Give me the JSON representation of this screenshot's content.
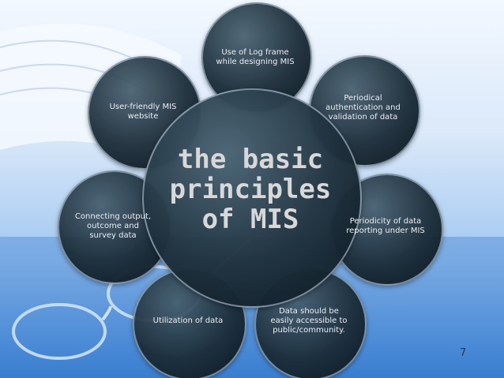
{
  "center": {
    "title": "the basic\nprinciples\nof MIS"
  },
  "nodes": [
    {
      "label": "Use of Log frame\nwhile designing MIS"
    },
    {
      "label": "Periodical\nauthentication and\nvalidation of data"
    },
    {
      "label": "Periodicity of data\nreporting under MIS"
    },
    {
      "label": "Data should be\neasily accessible to\npublic/community."
    },
    {
      "label": "Utilization of data"
    },
    {
      "label": "Connecting output,\noutcome and\nsurvey data"
    },
    {
      "label": "User-friendly MIS\nwebsite"
    }
  ],
  "page_number": "7"
}
